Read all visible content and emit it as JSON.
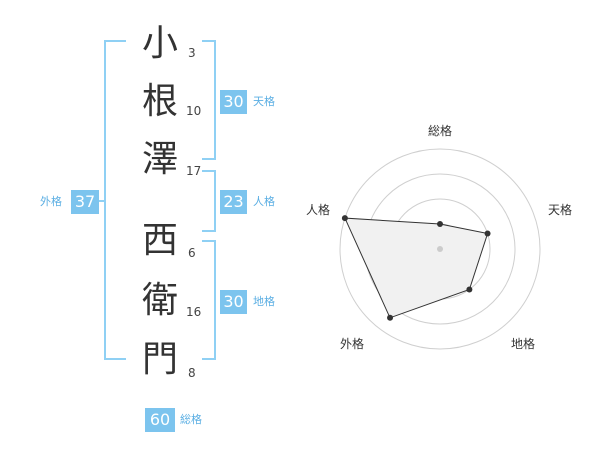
{
  "name": {
    "chars": [
      {
        "char": "小",
        "strokes": "3"
      },
      {
        "char": "根",
        "strokes": "10"
      },
      {
        "char": "澤",
        "strokes": "17"
      },
      {
        "char": "西",
        "strokes": "6"
      },
      {
        "char": "衛",
        "strokes": "16"
      },
      {
        "char": "門",
        "strokes": "8"
      }
    ]
  },
  "kaku": {
    "tenkaku": {
      "value": "30",
      "label": "天格"
    },
    "jinkaku": {
      "value": "23",
      "label": "人格"
    },
    "chikaku": {
      "value": "30",
      "label": "地格"
    },
    "gaikaku": {
      "value": "37",
      "label": "外格"
    },
    "soukaku": {
      "value": "60",
      "label": "総格"
    }
  },
  "colors": {
    "accent_box": "#7cc4ee",
    "bracket": "#8fd0f4",
    "label": "#5aaee3"
  },
  "radar": {
    "axes": [
      "総格",
      "天格",
      "地格",
      "外格",
      "人格"
    ],
    "values": [
      0.25,
      0.5,
      0.5,
      0.85,
      1.0
    ],
    "rings": 4
  }
}
